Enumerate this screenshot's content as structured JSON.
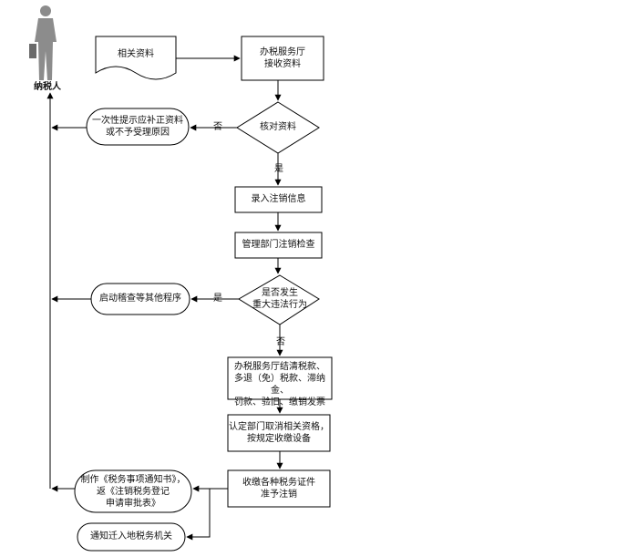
{
  "diagram": {
    "actor": "纳税人",
    "doc_related": "相关资料",
    "step_receive": "办税服务厅\n接收资料",
    "dec_check": "核对资料",
    "out_correct": "一次性提示应补正资料\n或不予受理原因",
    "edge_no_1": "否",
    "edge_yes_1": "是",
    "step_enter": "录入注销信息",
    "step_inspect": "管理部门注销检查",
    "dec_violation": "是否发生\n重大违法行为",
    "edge_yes_2": "是",
    "out_audit": "启动稽查等其他程序",
    "edge_no_2": "否",
    "step_settle": "办税服务厅结清税款、\n多退（免）税款、滞纳金、\n罚款、验旧、缴销发票",
    "step_cancel": "认定部门取消相关资格，\n按规定收缴设备",
    "step_collect": "收缴各种税务证件\n准予注销",
    "out_notice": "制作《税务事项通知书》，\n返《注销税务登记\n申请审批表》",
    "out_transfer": "通知迁入地税务机关"
  },
  "colors": {
    "line": "#000000",
    "person": "#8c8c8c"
  }
}
